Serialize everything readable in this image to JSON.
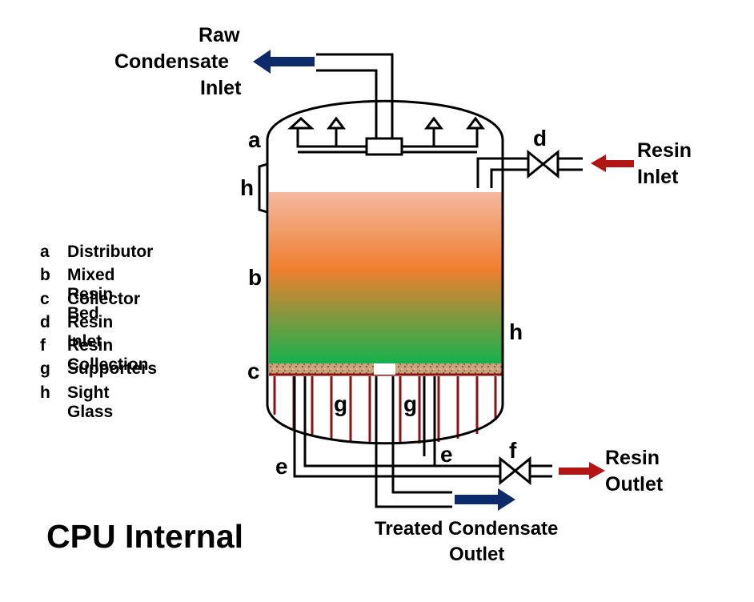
{
  "title": "CPU Internal",
  "legend": [
    {
      "key": "a",
      "desc": "Distributor"
    },
    {
      "key": "b",
      "desc": "Mixed Resin Bed"
    },
    {
      "key": "c",
      "desc": " Collector"
    },
    {
      "key": "d",
      "desc": " Resin Inlet"
    },
    {
      "key": "f",
      "desc": "Resin Collection"
    },
    {
      "key": "g",
      "desc": " Supporters"
    },
    {
      "key": "h",
      "desc": " Sight Glass"
    }
  ],
  "flows": {
    "raw_inlet": [
      "Raw",
      "Condensate",
      "Inlet"
    ],
    "resin_inlet": [
      "Resin",
      "Inlet"
    ],
    "resin_outlet": [
      "Resin",
      "Outlet"
    ],
    "treated_outlet": [
      "Treated Condensate",
      "Outlet"
    ]
  },
  "letters": {
    "a": "a",
    "b": "b",
    "c": "c",
    "d": "d",
    "e": "e",
    "f": "f",
    "g": "g",
    "h": "h"
  },
  "colors": {
    "resin_top": "#f5b8a0",
    "resin_mid": "#ef7f2e",
    "resin_bottom": "#16b14e",
    "collector": "#c9a27a",
    "support": "#8b1313",
    "arrow_blue": "#0d2a6b",
    "arrow_red": "#b31414"
  }
}
